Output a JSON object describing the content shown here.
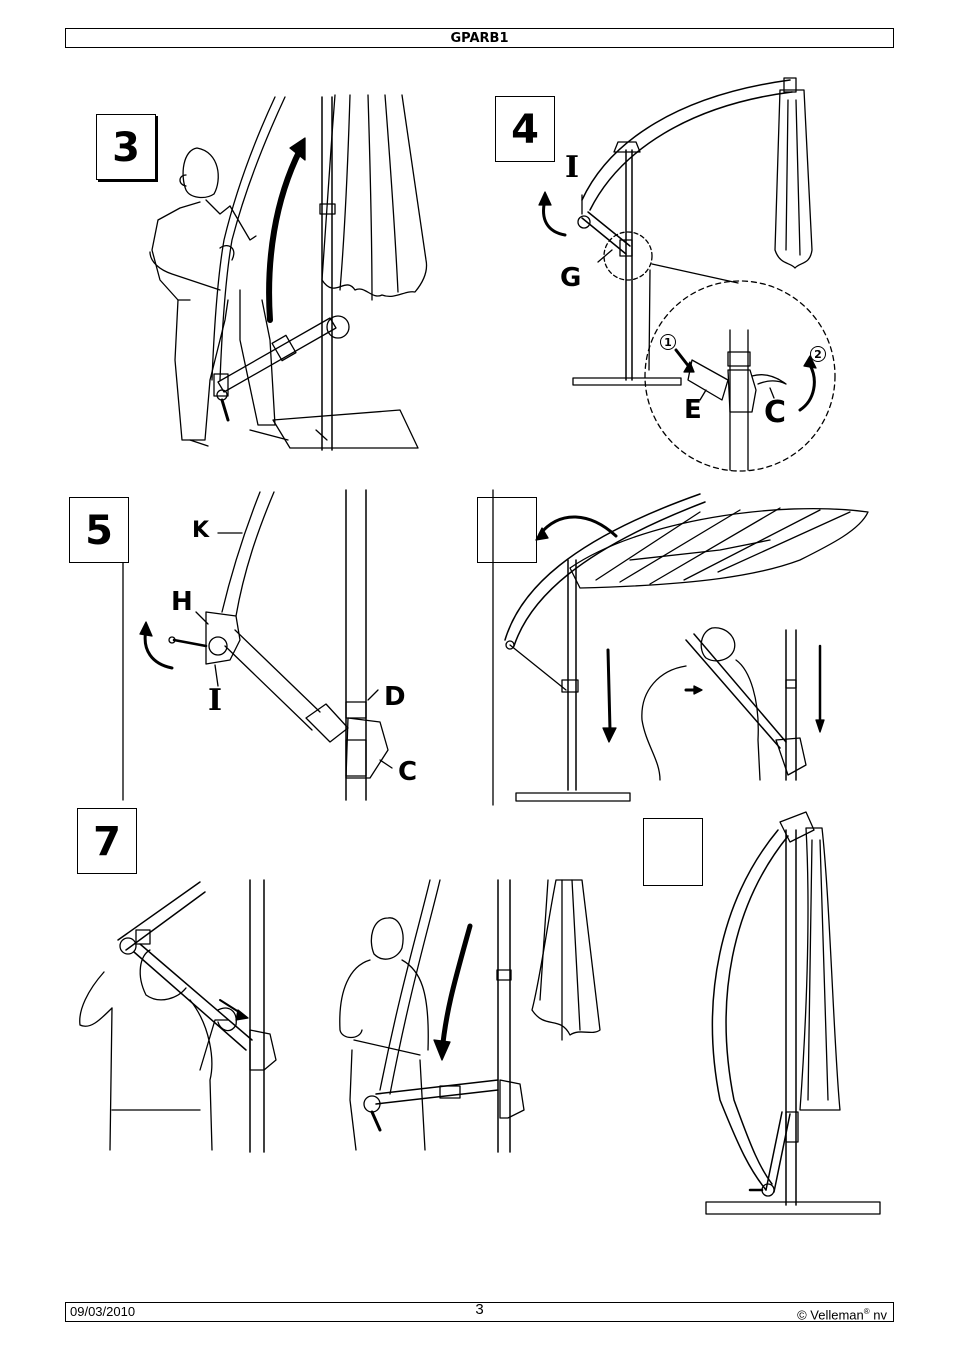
{
  "header": {
    "title": "GPARB1"
  },
  "steps": {
    "s3": "3",
    "s4": "4",
    "s5": "5",
    "s7": "7"
  },
  "labels": {
    "I_top": "I",
    "G": "G",
    "E": "E",
    "C_top": "C",
    "n1": "1",
    "n2": "2",
    "K": "K",
    "H": "H",
    "I_mid": "I",
    "D": "D",
    "C_mid": "C"
  },
  "footer": {
    "date": "09/03/2010",
    "page": "3",
    "copyright": "© Velleman",
    "reg": "®",
    "suffix": " nv"
  }
}
